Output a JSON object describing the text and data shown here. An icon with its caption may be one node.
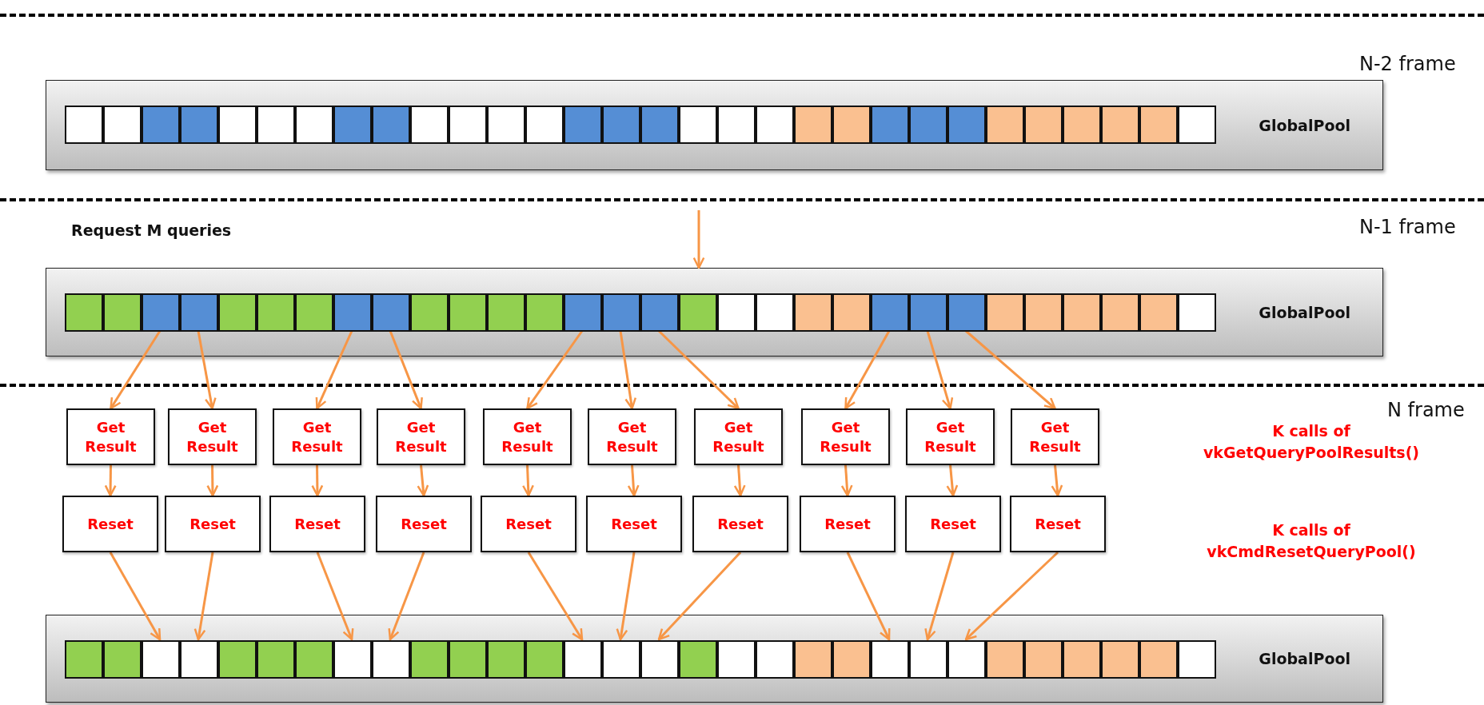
{
  "diagram": {
    "nodes": [
      {
        "text": [
          "GlobalPool"
        ]
      },
      {
        "text": [],
        "shape": "box",
        "in": 0
      },
      {
        "text": [],
        "shape": "box",
        "in": 0
      },
      {
        "text": [],
        "shape": "box",
        "in": 0
      },
      {
        "text": [],
        "shape": "box",
        "in": 0
      },
      {
        "text": [],
        "shape": "box",
        "in": 0
      },
      {
        "text": [],
        "shape": "box",
        "in": 0
      },
      {
        "text": [],
        "shape": "box",
        "in": 0
      },
      {
        "text": [],
        "shape": "box",
        "in": 0
      },
      {
        "text": [],
        "shape": "box",
        "in": 0
      },
      {
        "text": [],
        "shape": "box",
        "in": 0
      },
      {
        "text": [],
        "shape": "box",
        "in": 0
      },
      {
        "text": [],
        "shape": "box",
        "in": 0
      },
      {
        "text": [],
        "shape": "box",
        "in": 0
      },
      {
        "text": [],
        "shape": "box",
        "in": 0
      },
      {
        "text": [],
        "shape": "box",
        "in": 0
      },
      {
        "text": [],
        "shape": "box",
        "in": 0
      },
      {
        "text": [],
        "shape": "box",
        "in": 0
      },
      {
        "text": [],
        "shape": "box",
        "in": 0
      },
      {
        "text": [],
        "shape": "box",
        "in": 0
      },
      {
        "text": [],
        "shape": "box",
        "in": 0
      },
      {
        "text": [],
        "shape": "box",
        "in": 0
      },
      {
        "text": [],
        "shape": "box",
        "in": 0
      },
      {
        "text": [],
        "shape": "box",
        "in": 0
      },
      {
        "text": [],
        "shape": "box",
        "in": 0
      },
      {
        "text": [],
        "shape": "box",
        "in": 0
      },
      {
        "text": [],
        "shape": "box",
        "in": 0
      },
      {
        "text": [],
        "shape": "box",
        "in": 0
      },
      {
        "text": [],
        "shape": "box",
        "in": 0
      },
      {
        "text": [],
        "shape": "box",
        "in": 0
      },
      {
        "text": [],
        "shape": "box",
        "in": 0
      },
      {
        "text": [
          "GlobalPool"
        ]
      },
      {
        "text": [],
        "shape": "box",
        "in": 31
      },
      {
        "text": [],
        "shape": "box",
        "in": 31
      },
      {
        "text": [],
        "shape": "box",
        "in": 31
      },
      {
        "text": [],
        "shape": "box",
        "in": 31
      },
      {
        "text": [],
        "shape": "box",
        "in": 31
      },
      {
        "text": [],
        "shape": "box",
        "in": 31
      },
      {
        "text": [],
        "shape": "box",
        "in": 31
      },
      {
        "text": [],
        "shape": "box",
        "in": 31
      },
      {
        "text": [],
        "shape": "box",
        "in": 31
      },
      {
        "text": [],
        "shape": "box",
        "in": 31
      },
      {
        "text": [],
        "shape": "box",
        "in": 31
      },
      {
        "text": [],
        "shape": "box",
        "in": 31
      },
      {
        "text": [],
        "shape": "box",
        "in": 31
      },
      {
        "text": [],
        "shape": "box",
        "in": 31
      },
      {
        "text": [],
        "shape": "box",
        "in": 31
      },
      {
        "text": [],
        "shape": "box",
        "in": 31
      },
      {
        "text": [],
        "shape": "box",
        "in": 31
      },
      {
        "text": [],
        "shape": "box",
        "in": 31
      },
      {
        "text": [],
        "shape": "box",
        "in": 31
      },
      {
        "text": [],
        "shape": "box",
        "in": 31
      },
      {
        "text": [],
        "shape": "box",
        "in": 31
      },
      {
        "text": [],
        "shape": "box",
        "in": 31
      },
      {
        "text": [],
        "shape": "box",
        "in": 31
      },
      {
        "text": [],
        "shape": "box",
        "in": 31
      },
      {
        "text": [],
        "shape": "box",
        "in": 31
      },
      {
        "text": [],
        "shape": "box",
        "in": 31
      },
      {
        "text": [],
        "shape": "box",
        "in": 31
      },
      {
        "text": [],
        "shape": "box",
        "in": 31
      },
      {
        "text": [],
        "shape": "box",
        "in": 31
      },
      {
        "text": [],
        "shape": "box",
        "in": 31
      },
      {
        "text": [
          "Get Result"
        ]
      },
      {
        "text": [
          "Get Result"
        ]
      },
      {
        "text": [
          "Get Result"
        ]
      },
      {
        "text": [
          "Get Result"
        ]
      },
      {
        "text": [
          "Get Result"
        ]
      },
      {
        "text": [
          "Get Result"
        ]
      },
      {
        "text": [
          "Get Result"
        ]
      },
      {
        "text": [
          "Get Result"
        ]
      },
      {
        "text": [
          "Get Result"
        ]
      },
      {
        "text": [
          "Get Result"
        ]
      },
      {
        "text": [
          "Reset"
        ]
      },
      {
        "text": [
          "Reset"
        ]
      },
      {
        "text": [
          "Reset"
        ]
      },
      {
        "text": [
          "Reset"
        ]
      },
      {
        "text": [
          "Reset"
        ]
      },
      {
        "text": [
          "Reset"
        ]
      },
      {
        "text": [
          "Reset"
        ]
      },
      {
        "text": [
          "Reset"
        ]
      },
      {
        "text": [
          "Reset"
        ]
      },
      {
        "text": [
          "Reset"
        ]
      },
      {
        "text": [
          "GlobalPool"
        ]
      },
      {
        "text": [],
        "shape": "box",
        "in": 82
      },
      {
        "text": [],
        "shape": "box",
        "in": 82
      },
      {
        "text": [],
        "shape": "box",
        "in": 82
      },
      {
        "text": [],
        "shape": "box",
        "in": 82
      },
      {
        "text": [],
        "shape": "box",
        "in": 82
      },
      {
        "text": [],
        "shape": "box",
        "in": 82
      },
      {
        "text": [],
        "shape": "box",
        "in": 82
      },
      {
        "text": [],
        "shape": "box",
        "in": 82
      },
      {
        "text": [],
        "shape": "box",
        "in": 82
      },
      {
        "text": [],
        "shape": "box",
        "in": 82
      },
      {
        "text": [],
        "shape": "box",
        "in": 82
      },
      {
        "text": [],
        "shape": "box",
        "in": 82
      },
      {
        "text": [],
        "shape": "box",
        "in": 82
      },
      {
        "text": [],
        "shape": "box",
        "in": 82
      },
      {
        "text": [],
        "shape": "box",
        "in": 82
      },
      {
        "text": [],
        "shape": "box",
        "in": 82
      },
      {
        "text": [],
        "shape": "box",
        "in": 82
      },
      {
        "text": [],
        "shape": "box",
        "in": 82
      },
      {
        "text": [],
        "shape": "box",
        "in": 82
      },
      {
        "text": [],
        "shape": "box",
        "in": 82
      },
      {
        "text": [],
        "shape": "box",
        "in": 82
      },
      {
        "text": [],
        "shape": "box",
        "in": 82
      },
      {
        "text": [],
        "shape": "box",
        "in": 82
      },
      {
        "text": [],
        "shape": "box",
        "in": 82
      },
      {
        "text": [],
        "shape": "box",
        "in": 82
      },
      {
        "text": [],
        "shape": "box",
        "in": 82
      },
      {
        "text": [],
        "shape": "box",
        "in": 82
      },
      {
        "text": [],
        "shape": "box",
        "in": 82
      },
      {
        "text": [],
        "shape": "box",
        "in": 82
      },
      {
        "text": [],
        "shape": "box",
        "in": 82
      }
    ],
    "edges": [
      {
        "from": null,
        "to": 31,
        "arrow": "to"
      },
      {
        "from": 34,
        "to": 62,
        "arrow": "to"
      },
      {
        "from": 35,
        "to": 63,
        "arrow": "to"
      },
      {
        "from": 39,
        "to": 64,
        "arrow": "to"
      },
      {
        "from": 40,
        "to": 65,
        "arrow": "to"
      },
      {
        "from": 45,
        "to": 66,
        "arrow": "to"
      },
      {
        "from": 46,
        "to": 67,
        "arrow": "to"
      },
      {
        "from": 47,
        "to": 68,
        "arrow": "to"
      },
      {
        "from": 53,
        "to": 69,
        "arrow": "to"
      },
      {
        "from": 54,
        "to": 70,
        "arrow": "to"
      },
      {
        "from": 55,
        "to": 71,
        "arrow": "to"
      },
      {
        "from": 62,
        "to": 72,
        "arrow": "to"
      },
      {
        "from": 63,
        "to": 73,
        "arrow": "to"
      },
      {
        "from": 64,
        "to": 74,
        "arrow": "to"
      },
      {
        "from": 65,
        "to": 75,
        "arrow": "to"
      },
      {
        "from": 66,
        "to": 76,
        "arrow": "to"
      },
      {
        "from": 67,
        "to": 77,
        "arrow": "to"
      },
      {
        "from": 68,
        "to": 78,
        "arrow": "to"
      },
      {
        "from": 69,
        "to": 79,
        "arrow": "to"
      },
      {
        "from": 70,
        "to": 80,
        "arrow": "to"
      },
      {
        "from": 71,
        "to": 81,
        "arrow": "to"
      },
      {
        "from": 72,
        "to": 85,
        "arrow": "to"
      },
      {
        "from": 73,
        "to": 86,
        "arrow": "to"
      },
      {
        "from": 74,
        "to": 90,
        "arrow": "to"
      },
      {
        "from": 75,
        "to": 91,
        "arrow": "to"
      },
      {
        "from": 76,
        "to": 96,
        "arrow": "to"
      },
      {
        "from": 77,
        "to": 97,
        "arrow": "to"
      },
      {
        "from": 78,
        "to": 98,
        "arrow": "to"
      },
      {
        "from": 79,
        "to": 104,
        "arrow": "to"
      },
      {
        "from": 80,
        "to": 105,
        "arrow": "to"
      },
      {
        "from": 81,
        "to": 106,
        "arrow": "to"
      }
    ],
    "labels": [
      "N-2 frame",
      "Request M queries",
      "N-1 frame",
      "N frame",
      "K calls of vkGetQueryPoolResults()",
      "K calls of vkCmdResetQueryPool()"
    ]
  }
}
